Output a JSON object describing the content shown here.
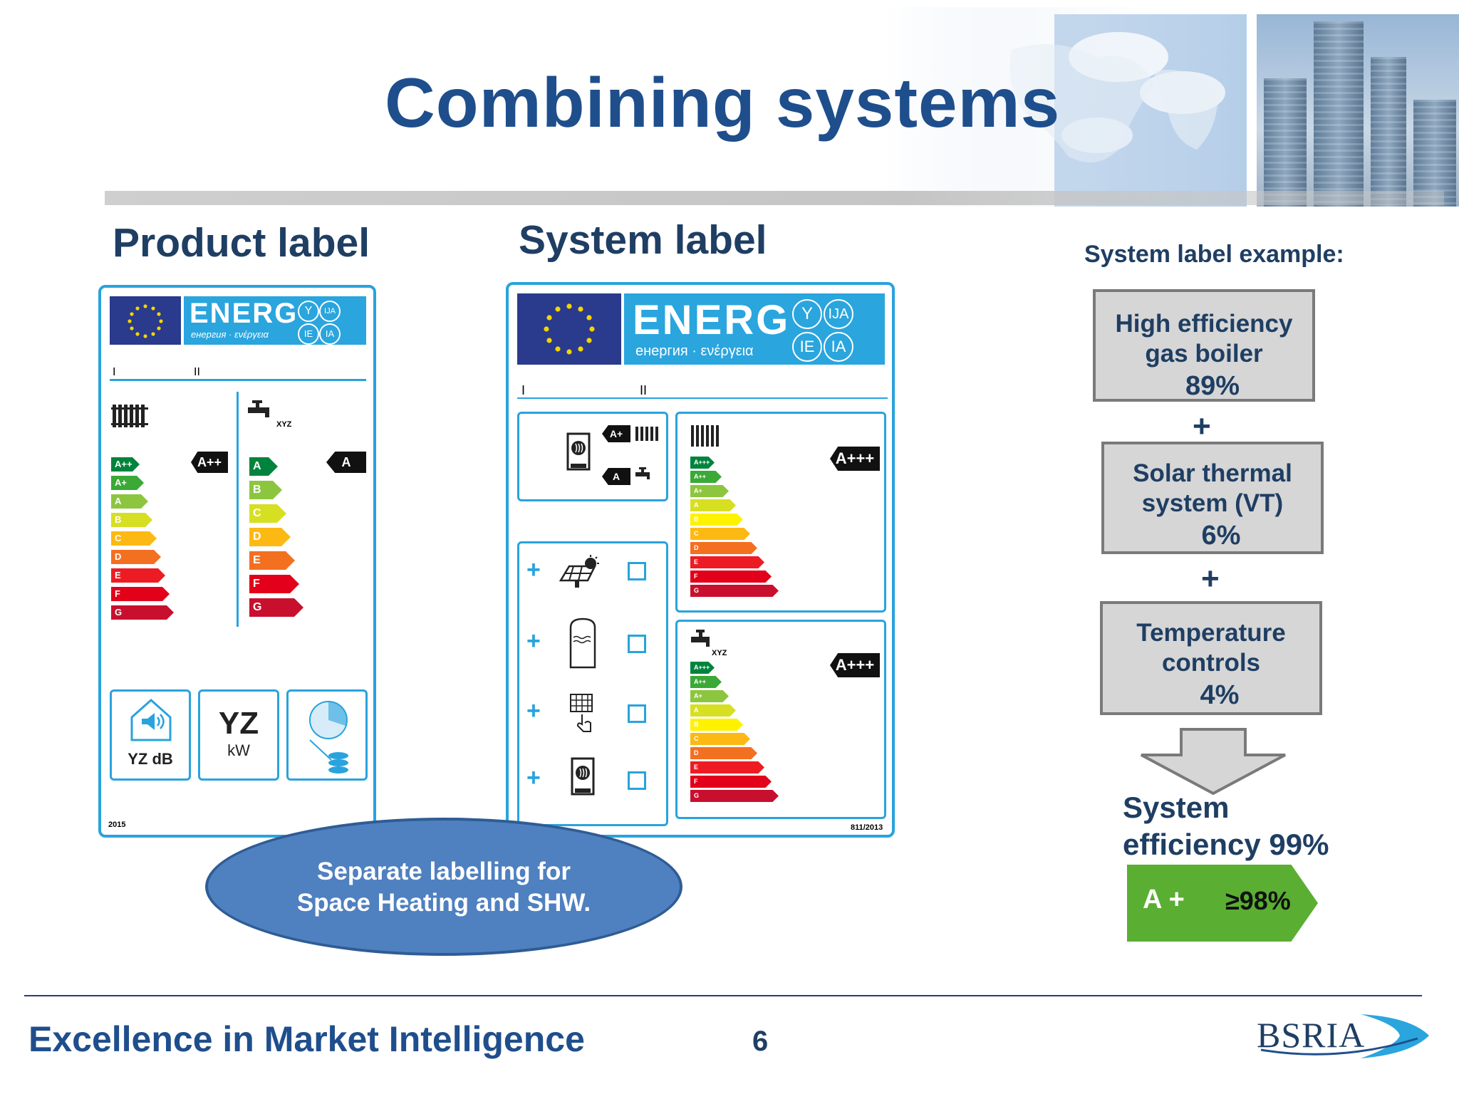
{
  "slide": {
    "title": "Combining systems",
    "footer": "Excellence in Market Intelligence",
    "page_number": "6",
    "logo_text": "BSRIA"
  },
  "product_label": {
    "heading": "Product label",
    "energ": "ENERG",
    "energ_sub": "енергия · ενέργεια",
    "lang_codes": [
      "Y",
      "IJA",
      "IE",
      "IA"
    ],
    "roman_1": "I",
    "roman_2": "II",
    "heating_classes": [
      "A++",
      "A+",
      "A",
      "B",
      "C",
      "D",
      "E",
      "F",
      "G"
    ],
    "heating_rating": "A++",
    "water_classes": [
      "A",
      "B",
      "C",
      "D",
      "E",
      "F",
      "G"
    ],
    "water_rating": "A",
    "water_profile": "XYZ",
    "sound_unit": "YZ dB",
    "power_value": "YZ",
    "power_unit": "kW",
    "year": "2015"
  },
  "system_label": {
    "heading": "System label",
    "energ": "ENERG",
    "energ_sub": "енергия · ενέργεια",
    "lang_codes": [
      "Y",
      "IJA",
      "IE",
      "IA"
    ],
    "roman_1": "I",
    "roman_2": "II",
    "boiler_heating_rating": "A+",
    "boiler_water_rating": "A",
    "water_profile": "XYZ",
    "component_plus": [
      "+",
      "+",
      "+",
      "+"
    ],
    "system_classes": [
      "A+++",
      "A++",
      "A+",
      "A",
      "B",
      "C",
      "D",
      "E",
      "F",
      "G"
    ],
    "heating_rating": "A+++",
    "water_rating": "A+++",
    "regulation": "811/2013"
  },
  "callout": {
    "line1": "Separate labelling for",
    "line2": "Space Heating and SHW."
  },
  "example": {
    "heading": "System label example:",
    "boxes": [
      {
        "line1": "High efficiency",
        "line2": "gas boiler",
        "percent": "89%"
      },
      {
        "line1": "Solar thermal",
        "line2": "system (VT)",
        "percent": "6%"
      },
      {
        "line1": "Temperature",
        "line2": "controls",
        "percent": "4%"
      }
    ],
    "plus": "+",
    "result_line1": "System",
    "result_line2": "efficiency 99%",
    "badge_class": "A +",
    "badge_threshold": "≥98%"
  },
  "colors": {
    "title_blue": "#1f4e8c",
    "label_blue": "#29a3dd",
    "eu_blue": "#2a3a8c",
    "badge_green": "#5aae32",
    "ellipse_blue": "#4f80c0"
  }
}
